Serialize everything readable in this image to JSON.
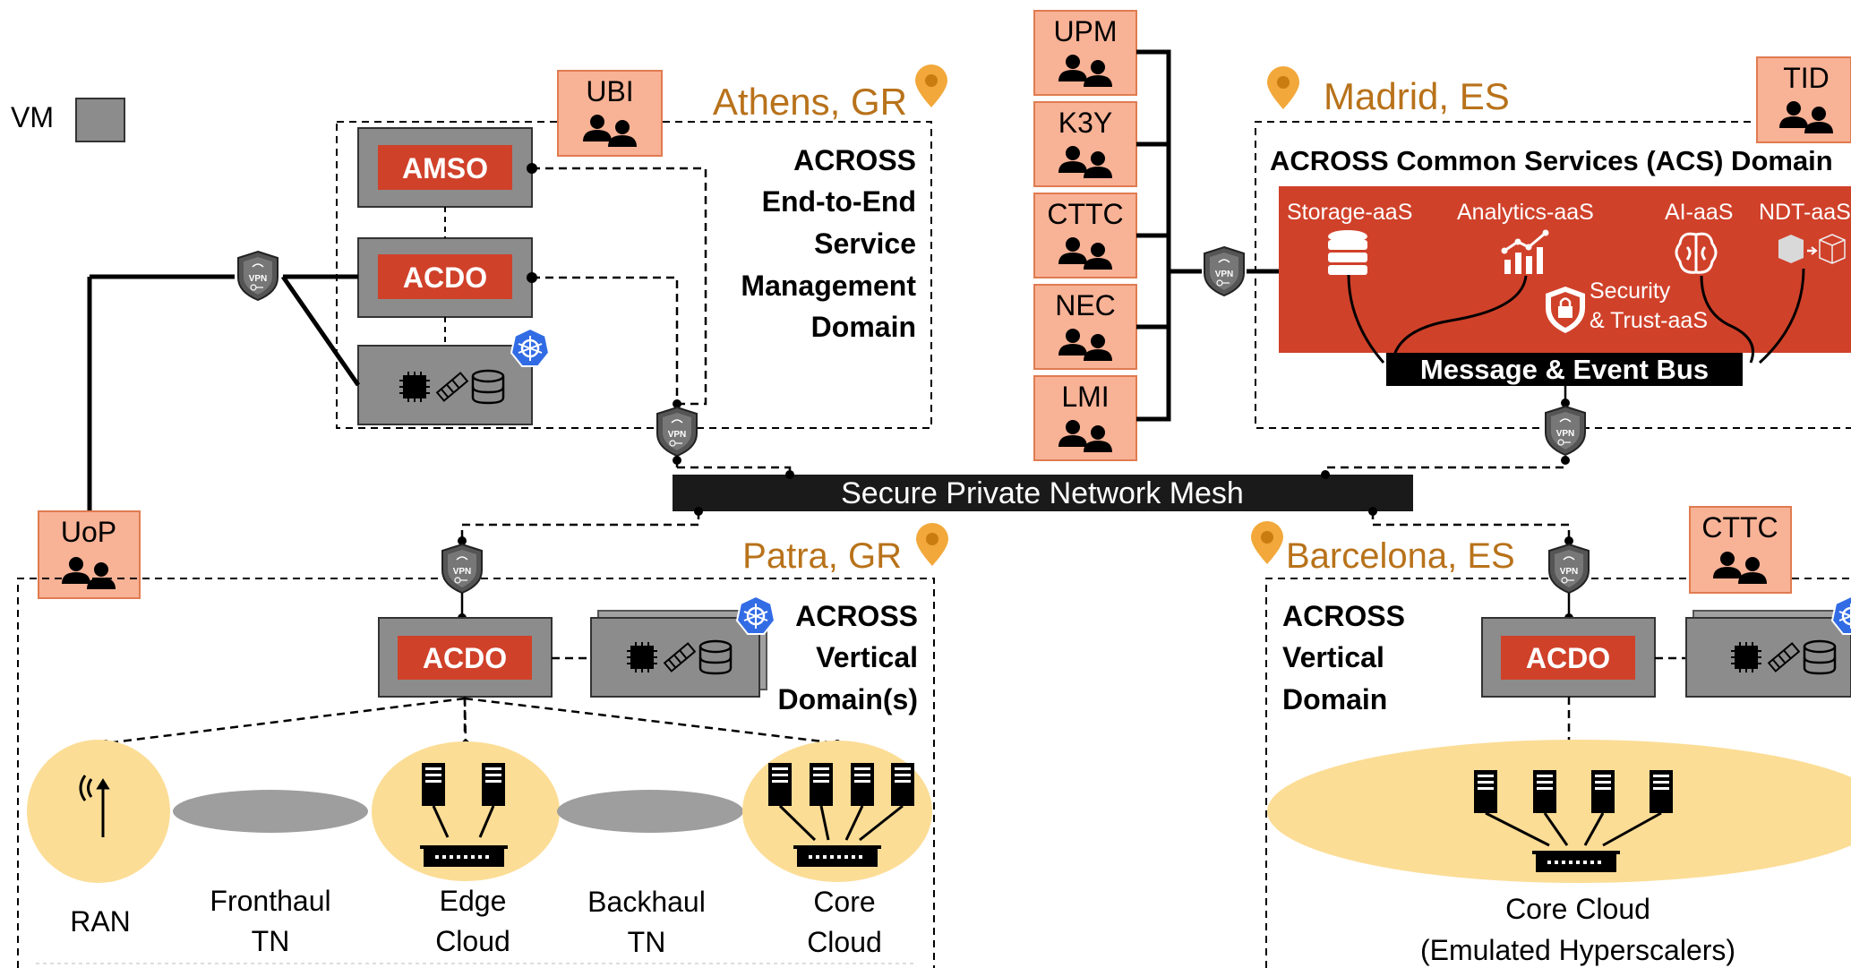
{
  "legend": {
    "vm_label": "VM"
  },
  "colors": {
    "accent_red": "#D0412A",
    "partner_orange": "#F8B296",
    "location_gold": "#B8721A",
    "pin": "#F2A83A",
    "ellipse_yellow": "#FCDD96",
    "mesh_black": "#1A1A1A",
    "vm_gray": "#8C8C8C"
  },
  "partners": {
    "ubi": "UBI",
    "upm": "UPM",
    "k3y": "K3Y",
    "cttc_mid": "CTTC",
    "nec": "NEC",
    "lmi": "LMI",
    "tid": "TID",
    "uop": "UoP",
    "cttc_bcn": "CTTC"
  },
  "locations": {
    "athens": "Athens, GR",
    "madrid": "Madrid, ES",
    "patra": "Patra, GR",
    "barcelona": "Barcelona, ES"
  },
  "athens": {
    "title": [
      "ACROSS",
      "End-to-End",
      "Service",
      "Management",
      "Domain"
    ],
    "amso": "AMSO",
    "acdo": "ACDO"
  },
  "madrid": {
    "domain_title": "ACROSS Common Services (ACS) Domain",
    "services": {
      "storage": "Storage-aaS",
      "analytics": "Analytics-aaS",
      "ai": "AI-aaS",
      "ndt": "NDT-aaS",
      "security_1": "Security",
      "security_2": "& Trust-aaS"
    },
    "bus": "Message & Event Bus"
  },
  "mesh": {
    "label": "Secure Private Network Mesh"
  },
  "patra": {
    "title": [
      "ACROSS",
      "Vertical",
      "Domain(s)"
    ],
    "acdo": "ACDO",
    "labels": {
      "ran": "RAN",
      "fronthaul_1": "Fronthaul",
      "fronthaul_2": "TN",
      "edge_1": "Edge",
      "edge_2": "Cloud",
      "backhaul_1": "Backhaul",
      "backhaul_2": "TN",
      "core_1": "Core",
      "core_2": "Cloud"
    }
  },
  "barcelona": {
    "title": [
      "ACROSS",
      "Vertical",
      "Domain"
    ],
    "acdo": "ACDO",
    "core_1": "Core Cloud",
    "core_2": "(Emulated Hyperscalers)"
  },
  "icons": [
    "vpn-shield-icon",
    "map-pin-icon",
    "users-icon",
    "kubernetes-icon",
    "cpu-icon",
    "memory-icon",
    "database-icon",
    "server-icon",
    "switch-icon",
    "antenna-icon",
    "brain-icon",
    "chart-icon",
    "cube-icon",
    "lock-icon"
  ]
}
